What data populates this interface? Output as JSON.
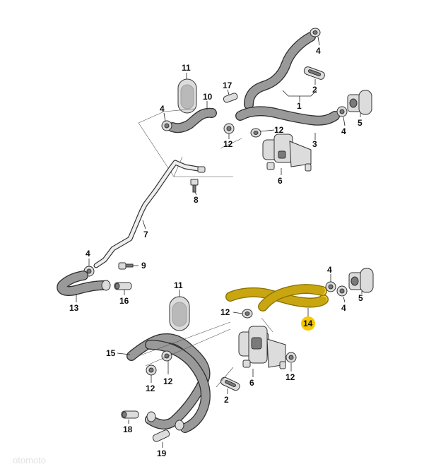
{
  "diagram": {
    "part_numbers": [
      "1",
      "2",
      "3",
      "4",
      "5",
      "6",
      "7",
      "8",
      "9",
      "10",
      "11",
      "12",
      "13",
      "14",
      "15",
      "16",
      "17",
      "18",
      "19"
    ],
    "highlighted_part": "14",
    "highlight_color": "#f5c800",
    "watermark": "otomoto"
  },
  "labels": {
    "top_4a": "4",
    "top_2": "2",
    "top_1": "1",
    "top_11": "11",
    "top_10": "10",
    "top_17": "17",
    "top_4b": "4",
    "top_12a": "12",
    "top_12b": "12",
    "top_4c": "4",
    "top_5": "5",
    "top_3": "3",
    "top_6": "6",
    "top_8": "8",
    "mid_7": "7",
    "mid_4": "4",
    "mid_9": "9",
    "mid_13": "13",
    "mid_16": "16",
    "bot_11": "11",
    "bot_4a": "4",
    "bot_5": "5",
    "bot_4b": "4",
    "bot_12a": "12",
    "bot_14": "14",
    "bot_15": "15",
    "bot_12b": "12",
    "bot_12c": "12",
    "bot_12d": "12",
    "bot_6": "6",
    "bot_2": "2",
    "bot_18": "18",
    "bot_19": "19"
  }
}
